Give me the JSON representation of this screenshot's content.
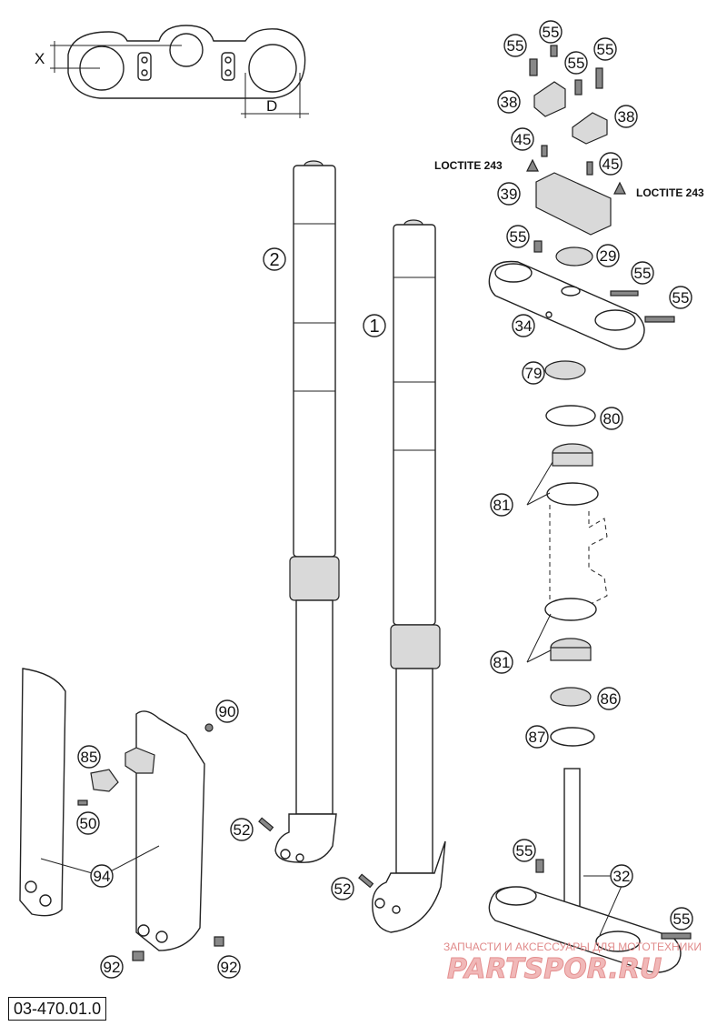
{
  "callouts": {
    "c1": "1",
    "c2": "2",
    "c29": "29",
    "c32": "32",
    "c34": "34",
    "c38a": "38",
    "c38b": "38",
    "c39": "39",
    "c45a": "45",
    "c45b": "45",
    "c50": "50",
    "c52a": "52",
    "c52b": "52",
    "c55a": "55",
    "c55b": "55",
    "c55c": "55",
    "c55d": "55",
    "c55e": "55",
    "c55f": "55",
    "c55g": "55",
    "c55h": "55",
    "c79": "79",
    "c80": "80",
    "c81a": "81",
    "c81b": "81",
    "c85": "85",
    "c86": "86",
    "c87": "87",
    "c90": "90",
    "c92a": "92",
    "c92b": "92",
    "c94": "94"
  },
  "notes": {
    "loctite_left": "LOCTITE 243",
    "loctite_right": "LOCTITE 243"
  },
  "dimensions": {
    "x": "X",
    "d": "D"
  },
  "reference": "03-470.01.0",
  "watermark": {
    "tagline": "ЗАПЧАСТИ И АКСЕССУАРЫ ДЛЯ МОТОТЕХНИКИ",
    "logo": "PARTSPOR.RU"
  }
}
